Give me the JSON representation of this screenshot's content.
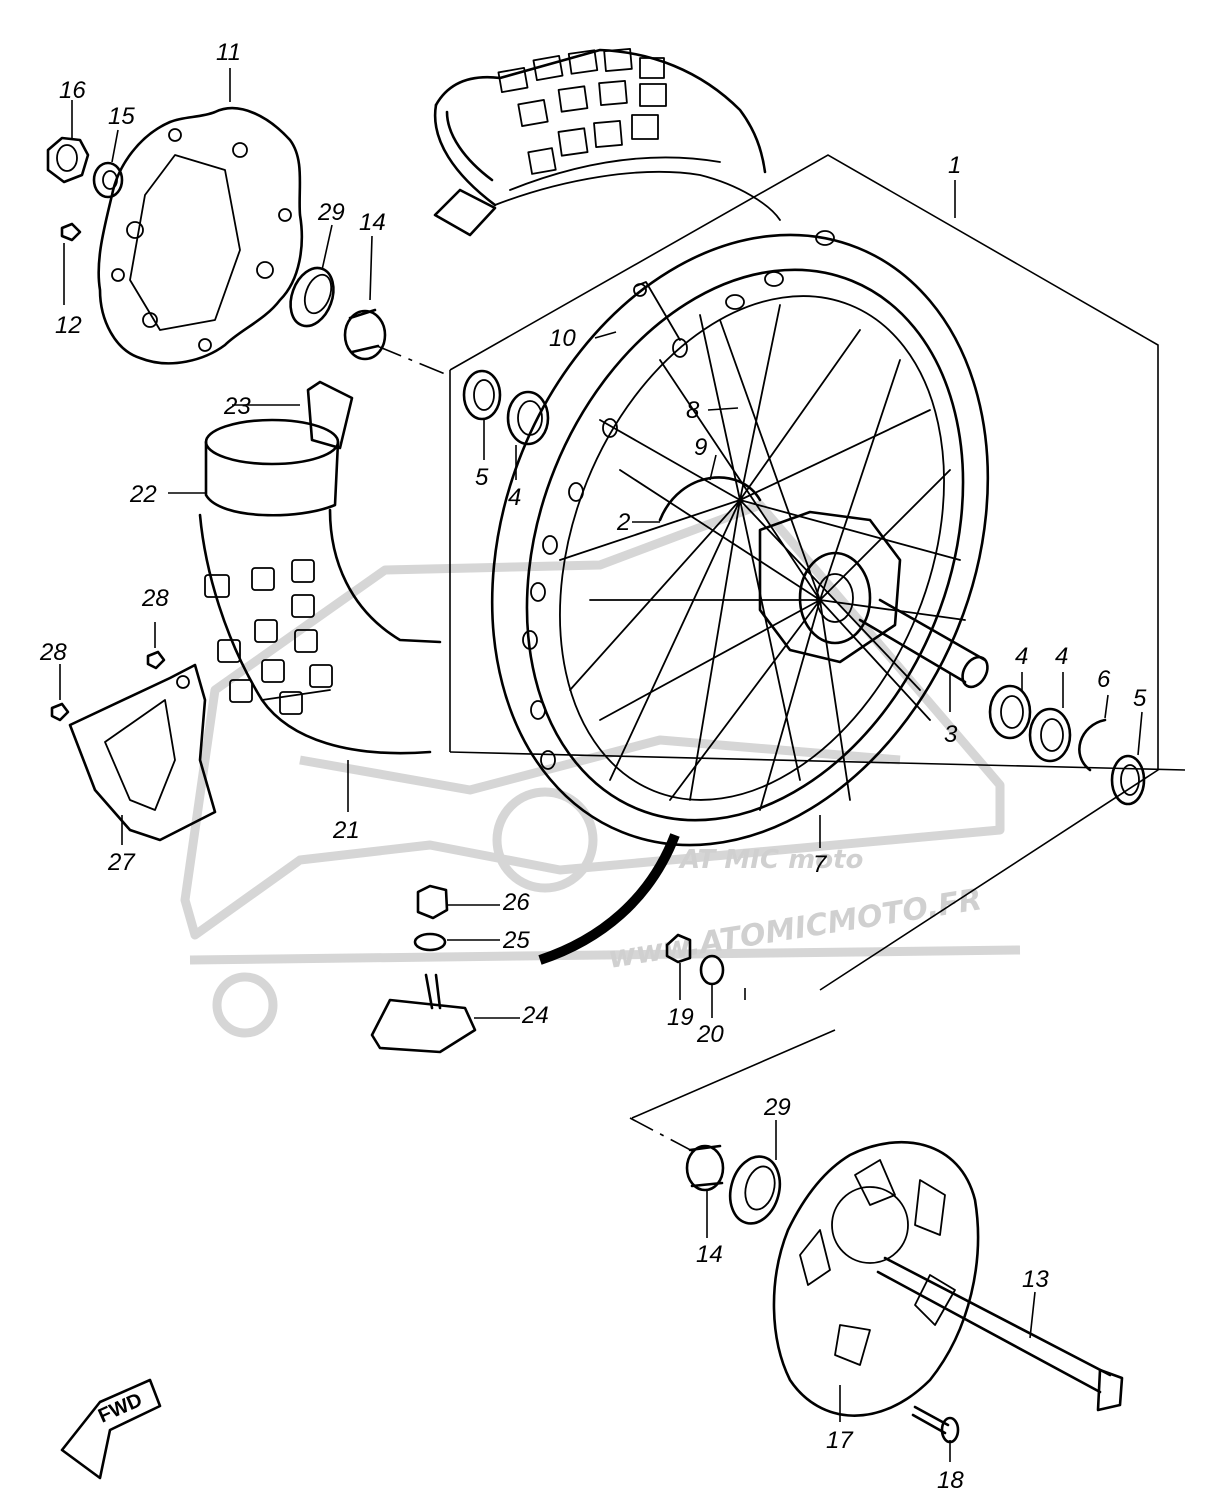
{
  "diagram": {
    "watermark": {
      "brand": "AT MIC moto",
      "url": "www.ATOMICMOTO.FR"
    },
    "callouts": [
      {
        "id": "c1",
        "text": "1"
      },
      {
        "id": "c2",
        "text": "2"
      },
      {
        "id": "c3",
        "text": "3"
      },
      {
        "id": "c4a",
        "text": "4"
      },
      {
        "id": "c4b",
        "text": "4"
      },
      {
        "id": "c4c",
        "text": "4"
      },
      {
        "id": "c5a",
        "text": "5"
      },
      {
        "id": "c5b",
        "text": "5"
      },
      {
        "id": "c6",
        "text": "6"
      },
      {
        "id": "c7",
        "text": "7"
      },
      {
        "id": "c8",
        "text": "8"
      },
      {
        "id": "c9",
        "text": "9"
      },
      {
        "id": "c10",
        "text": "10"
      },
      {
        "id": "c11",
        "text": "11"
      },
      {
        "id": "c12",
        "text": "12"
      },
      {
        "id": "c13",
        "text": "13"
      },
      {
        "id": "c14a",
        "text": "14"
      },
      {
        "id": "c14b",
        "text": "14"
      },
      {
        "id": "c15",
        "text": "15"
      },
      {
        "id": "c16",
        "text": "16"
      },
      {
        "id": "c17",
        "text": "17"
      },
      {
        "id": "c18",
        "text": "18"
      },
      {
        "id": "c19",
        "text": "19"
      },
      {
        "id": "c20",
        "text": "20"
      },
      {
        "id": "c21",
        "text": "21"
      },
      {
        "id": "c22",
        "text": "22"
      },
      {
        "id": "c23",
        "text": "23"
      },
      {
        "id": "c24",
        "text": "24"
      },
      {
        "id": "c25",
        "text": "25"
      },
      {
        "id": "c26",
        "text": "26"
      },
      {
        "id": "c27",
        "text": "27"
      },
      {
        "id": "c28a",
        "text": "28"
      },
      {
        "id": "c28b",
        "text": "28"
      },
      {
        "id": "c29a",
        "text": "29"
      },
      {
        "id": "c29b",
        "text": "29"
      }
    ],
    "direction_arrow": "FWD"
  }
}
